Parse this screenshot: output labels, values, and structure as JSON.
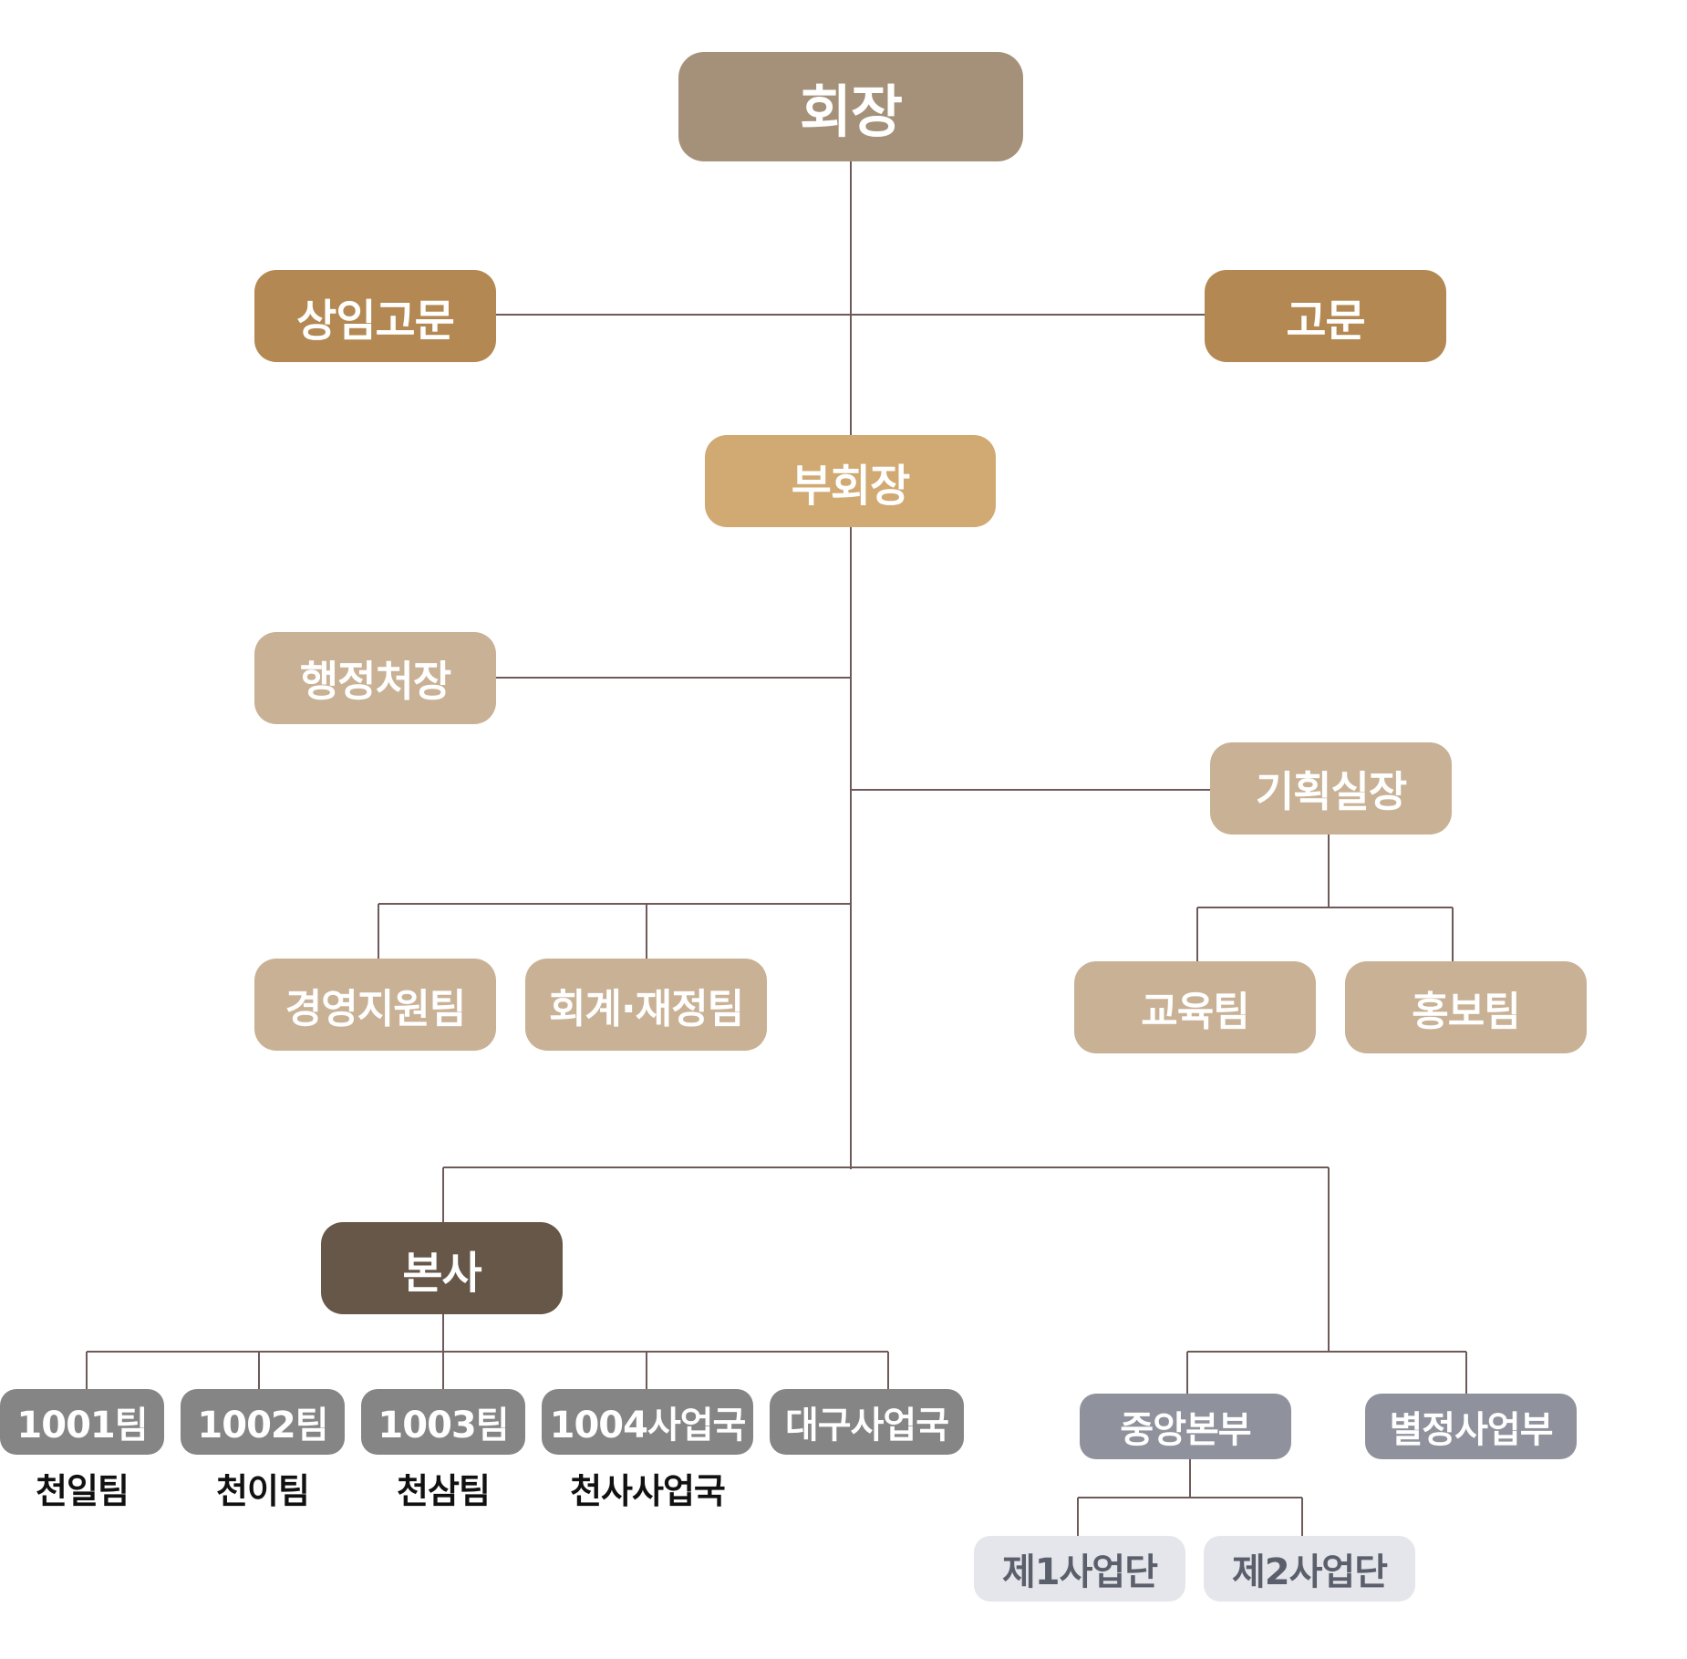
{
  "org_chart": {
    "chairman": "회장",
    "senior_advisor": "상임고문",
    "advisor": "고문",
    "vice_chairman": "부회장",
    "admin_director": "행정처장",
    "planning_director": "기획실장",
    "admin_teams": [
      "경영지원팀",
      "회계·재정팀"
    ],
    "planning_teams": [
      "교육팀",
      "홍보팀"
    ],
    "headquarters": {
      "label": "본사",
      "teams": [
        {
          "label": "1001팀",
          "sublabel": "천일팀"
        },
        {
          "label": "1002팀",
          "sublabel": "천이팀"
        },
        {
          "label": "1003팀",
          "sublabel": "천삼팀"
        },
        {
          "label": "1004사업국",
          "sublabel": "천사사업국"
        },
        {
          "label": "대구사업국"
        }
      ]
    },
    "central_hq": {
      "label": "중앙본부",
      "units": [
        "제1사업단",
        "제2사업단"
      ]
    },
    "special_division": "별정사업부"
  },
  "colors": {
    "line": "#6e5a58",
    "chairman": "#a59179",
    "advisor": "#b38852",
    "vice_chairman": "#d1a973",
    "director": "#c9b195",
    "headquarters": "#665748",
    "branch": "#858585",
    "division": "#8f929c",
    "unit": "#e4e6eb"
  }
}
